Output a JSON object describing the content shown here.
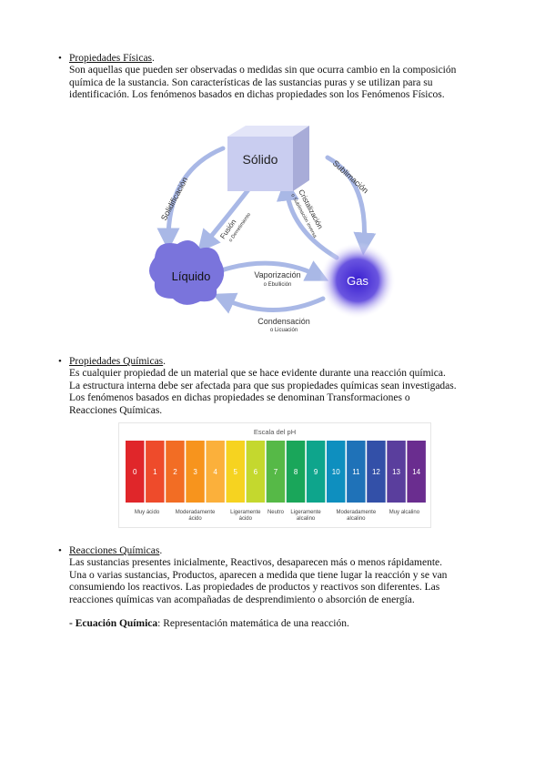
{
  "sections": [
    {
      "bullet": "•",
      "title": "Propiedades Físicas",
      "title_suffix": ".",
      "lines": [
        "Son aquellas que pueden ser observadas o medidas sin que ocurra cambio en la composición",
        "química de la sustancia. Son características de las sustancias puras y se utilizan para su",
        "identificación. Los fenómenos basados en dichas propiedades son los Fenómenos Físicos."
      ]
    },
    {
      "bullet": "•",
      "title": "Propiedades Químicas",
      "title_suffix": ".",
      "lines": [
        "Es cualquier propiedad de un material que se hace evidente durante una reacción química.",
        "La estructura interna debe ser afectada para que sus propiedades químicas sean investigadas.",
        "Los fenómenos basados en dichas propiedades se denominan Transformaciones o",
        "Reacciones Químicas."
      ]
    },
    {
      "bullet": "•",
      "title": "Reacciones Químicas",
      "title_suffix": ".",
      "lines": [
        "Las sustancias presentes inicialmente, Reactivos, desaparecen más o menos rápidamente.",
        "Una o varias sustancias, Productos, aparecen a medida que tiene lugar la reacción y se van",
        "consumiendo los reactivos. Las propiedades de productos y reactivos son diferentes. Las",
        "reacciones químicas van acompañadas de desprendimiento o absorción de energía."
      ],
      "equation_prefix": "- ",
      "equation_term": "Ecuación Química",
      "equation_text": ": Representación matemática de una reacción."
    }
  ],
  "states_diagram": {
    "solid": "Sólido",
    "liquid": "Líquido",
    "gas": "Gas",
    "solidificacion": "Solidificación",
    "sublimacion": "Sublimación",
    "fusion": "Fusión",
    "fusion_sub": "o Derretimiento",
    "cristalizacion": "Cristalización",
    "cristalizacion_sub": "o Sublimación inversa",
    "vaporizacion": "Vaporización",
    "vaporizacion_sub": "o Ebullición",
    "condensacion": "Condensación",
    "condensacion_sub": "o Licuación",
    "colors": {
      "arrow": "#a9b8e6",
      "solid": "#c9cdf0",
      "liquid": "#7a74dc",
      "gas": "#5b47d6"
    }
  },
  "ph_scale": {
    "title": "Escala del pH",
    "values": [
      "0",
      "1",
      "2",
      "3",
      "4",
      "5",
      "6",
      "7",
      "8",
      "9",
      "10",
      "11",
      "12",
      "13",
      "14"
    ],
    "colors": [
      "#e0262a",
      "#ee4b2b",
      "#f26d24",
      "#f7941d",
      "#fbb03b",
      "#f6d320",
      "#c4d82e",
      "#56b947",
      "#1aa65a",
      "#0ea58c",
      "#0e8fbf",
      "#1f72b8",
      "#3350a8",
      "#5a3e9d",
      "#6a2d8f"
    ],
    "labels": [
      {
        "text": "Muy ácido",
        "col": 0.6
      },
      {
        "text": "Moderadamente",
        "text2": "ácido",
        "col": 3
      },
      {
        "text": "Ligeramente",
        "text2": "ácido",
        "col": 5.5
      },
      {
        "text": "Neutro",
        "col": 7
      },
      {
        "text": "Ligeramente",
        "text2": "alcalino",
        "col": 8.5
      },
      {
        "text": "Moderadamente",
        "text2": "alcalino",
        "col": 11
      },
      {
        "text": "Muy alcalino",
        "col": 13.4
      }
    ]
  }
}
